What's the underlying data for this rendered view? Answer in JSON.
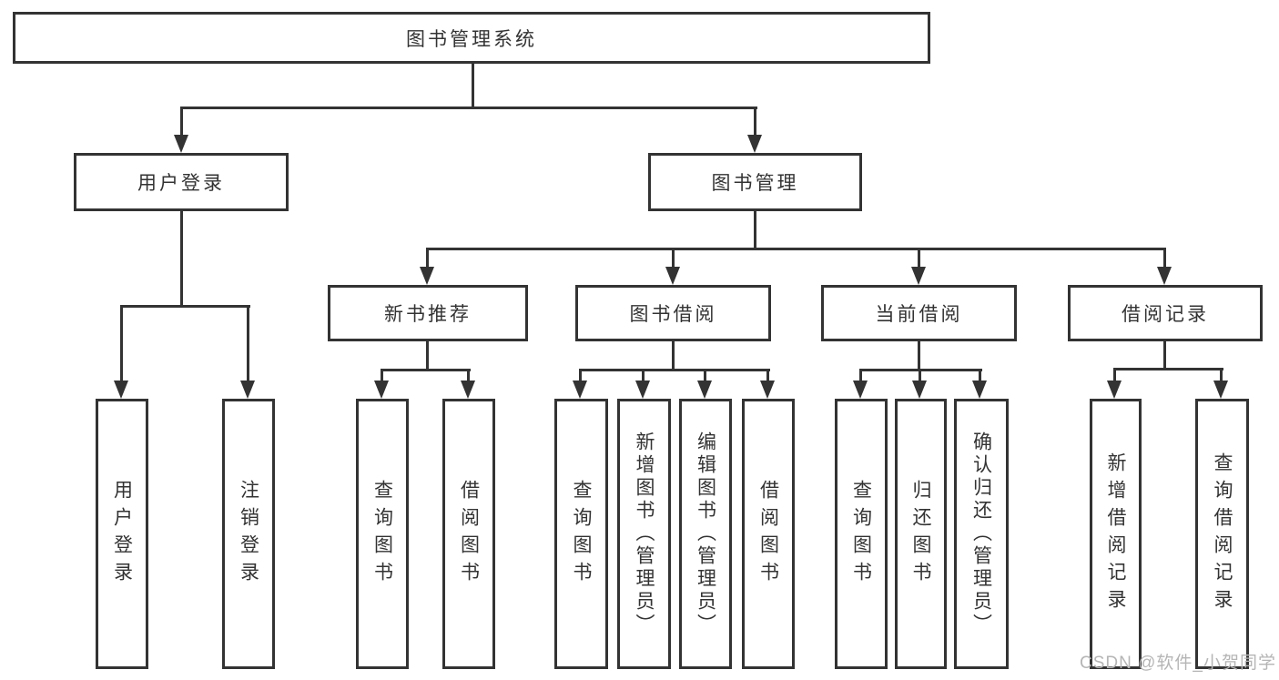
{
  "nodes": {
    "root": "图书管理系统",
    "user_login": "用户登录",
    "book_management": "图书管理",
    "new_book_recommend": "新书推荐",
    "book_borrow": "图书借阅",
    "current_borrow": "当前借阅",
    "borrow_records": "借阅记录",
    "leaf_user_login": "用户登录",
    "leaf_logout_login": "注销登录",
    "leaf_query_book_a": "查询图书",
    "leaf_borrow_book_a": "借阅图书",
    "leaf_query_book_b": "查询图书",
    "leaf_add_book_admin": "新增图书（管理员）",
    "leaf_edit_book_admin": "编辑图书（管理员）",
    "leaf_borrow_book_b": "借阅图书",
    "leaf_query_book_c": "查询图书",
    "leaf_return_book": "归还图书",
    "leaf_confirm_return_admin": "确认归还（管理员）",
    "leaf_add_borrow_record": "新增借阅记录",
    "leaf_query_borrow_record": "查询借阅记录"
  },
  "watermark": "CSDN @软件_小贺同学",
  "colors": {
    "line": "#333333",
    "text": "#333333",
    "box_background": "#ffffff",
    "page_background": "#ffffff",
    "watermark": "#b5b5b5"
  }
}
